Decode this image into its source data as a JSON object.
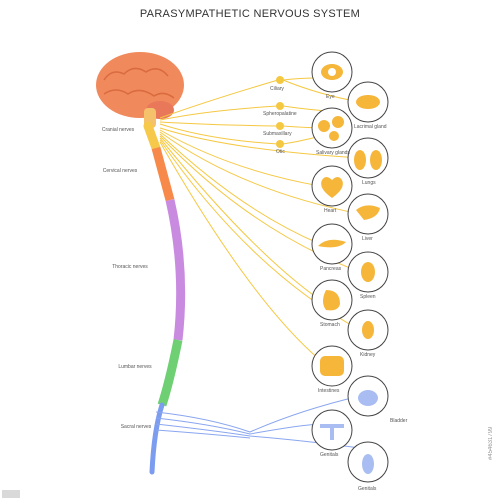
{
  "title": "PARASYMPATHETIC NERVOUS SYSTEM",
  "spine_labels": {
    "cranial": "Cranial nerves",
    "cervical": "Cervical nerves",
    "thoracic": "Thoracic nerves",
    "lumbar": "Lumbar nerves",
    "sacral": "Sacral nerves"
  },
  "ganglia": [
    "Ciliary",
    "Spheropalatine",
    "Submaxillary",
    "Otic"
  ],
  "organs": [
    "Eye",
    "Lacrimal gland",
    "Salivary glands",
    "Lungs",
    "Heart",
    "Liver",
    "Pancreas",
    "Spleen",
    "Stomach",
    "Kidney",
    "Intestines",
    "Bladder",
    "Genitals",
    "Genitals"
  ],
  "watermark": "#454631799",
  "colors": {
    "brain": "#f08a5d",
    "brainstem": "#f5c26b",
    "cranial_segment": "#f7c94a",
    "cervical_segment": "#f78a4a",
    "thoracic_segment": "#c98be0",
    "lumbar_segment": "#6fcf73",
    "sacral_segment": "#7c9cf0",
    "nerve_yellow": "#f5c842",
    "nerve_blue": "#8aa6f0",
    "organ_fill": "#f5b63a",
    "circle_stroke": "#444444"
  }
}
